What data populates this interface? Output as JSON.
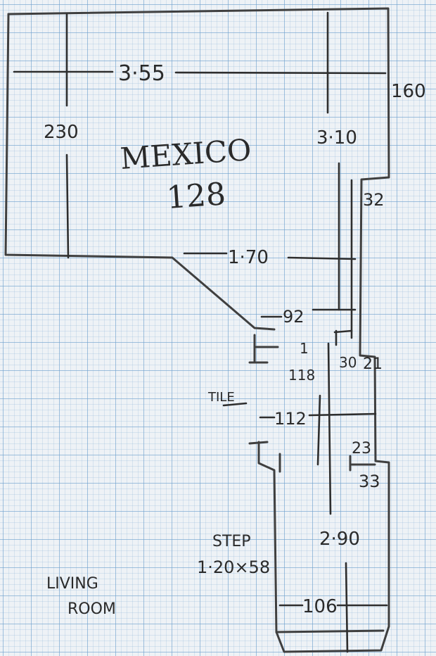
{
  "room": {
    "name": "MEXICO",
    "number": "128"
  },
  "dimensions": {
    "top_width": "3·55",
    "right_height": "160",
    "left_height": "230",
    "inner_height": "3·10",
    "notch_width": "32",
    "mid_width": "1·70",
    "door_width": "92",
    "door_depth_a": "1",
    "door_depth_b": "118",
    "jamb_a": "30",
    "jamb_b": "21",
    "corridor_width": "112",
    "ledge": "23",
    "ledge_b": "33",
    "corridor_length": "2·90",
    "end_width": "106"
  },
  "labels": {
    "tile": "TILE",
    "step_title": "STEP",
    "step_size": "1·20×58",
    "living_a": "LIVING",
    "living_b": "ROOM"
  }
}
